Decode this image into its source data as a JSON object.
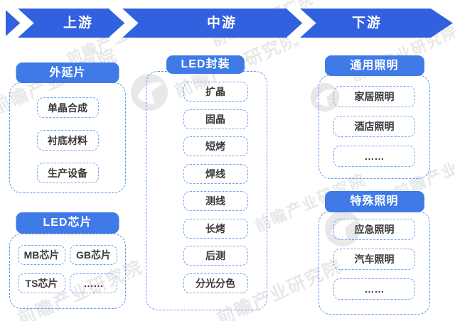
{
  "banner": {
    "segments": [
      {
        "label": "上游"
      },
      {
        "label": "中游"
      },
      {
        "label": "下游"
      }
    ]
  },
  "groups": [
    {
      "id": "epitaxial-wafer",
      "title": "外延片",
      "items": [
        "单晶合成",
        "衬底材料",
        "生产设备"
      ]
    },
    {
      "id": "led-chip",
      "title": "LED芯片",
      "items": [
        "MB芯片",
        "GB芯片",
        "TS芯片",
        "……"
      ]
    },
    {
      "id": "led-packaging",
      "title": "LED封装",
      "items": [
        "扩晶",
        "固晶",
        "短烤",
        "焊线",
        "测线",
        "长烤",
        "后测",
        "分光分色"
      ]
    },
    {
      "id": "general-lighting",
      "title": "通用照明",
      "items": [
        "家居照明",
        "酒店照明",
        "……"
      ]
    },
    {
      "id": "special-lighting",
      "title": "特殊照明",
      "items": [
        "应急照明",
        "汽车照明",
        "……"
      ]
    }
  ],
  "watermark": {
    "text": "前瞻产业研究院"
  },
  "colors": {
    "banner_blue": "#3161DE",
    "header_blue": "#3F7AE6",
    "dash_blue": "#5897EE",
    "item_dash_blue": "#6BA4F1",
    "text": "#3A3A3A",
    "watermark_gray": "#C9C9C9"
  }
}
